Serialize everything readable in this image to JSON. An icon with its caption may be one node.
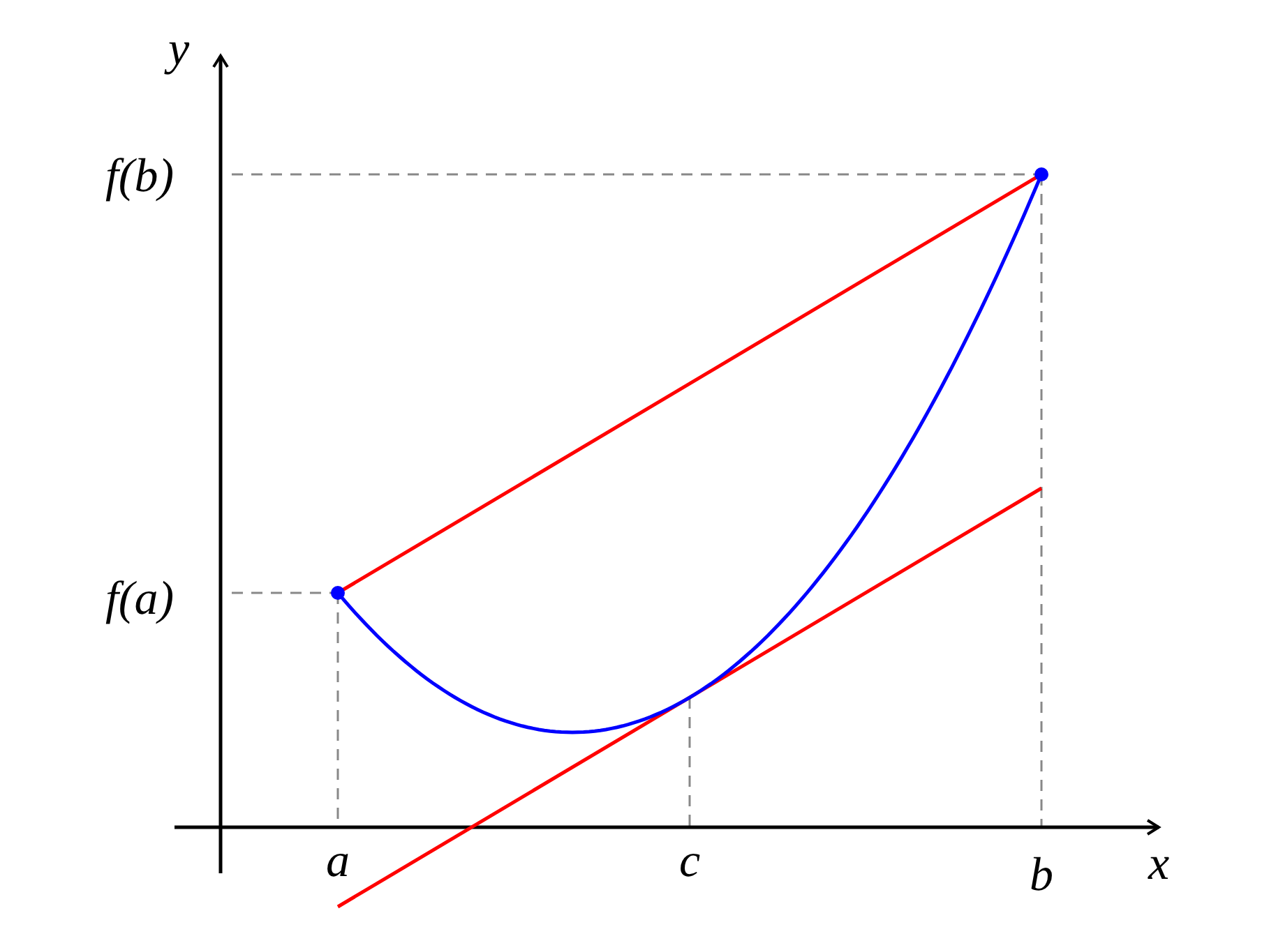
{
  "diagram": {
    "labels": [
      "y",
      "f(b)",
      "f(a)",
      "a",
      "c",
      "b",
      "x"
    ]
  }
}
